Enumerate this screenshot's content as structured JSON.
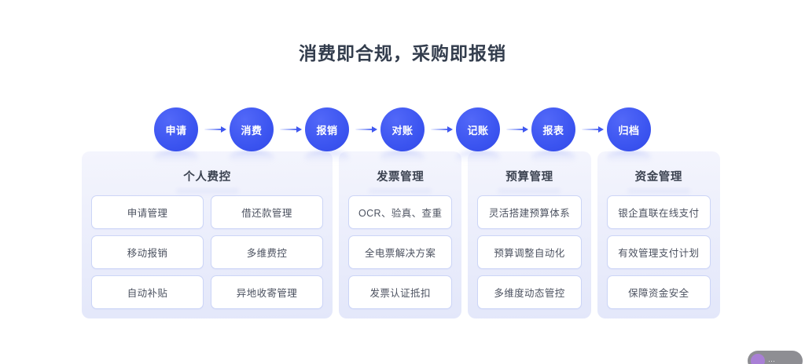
{
  "page": {
    "title": "消费即合规，采购即报销",
    "accent_color": "#3d55f0",
    "panel_bg_color": "#e9ecfb",
    "card_border_color": "#ccd5f7",
    "title_color": "#333d4d"
  },
  "flow": {
    "steps": [
      {
        "label": "申请"
      },
      {
        "label": "消费"
      },
      {
        "label": "报销"
      },
      {
        "label": "对账"
      },
      {
        "label": "记账"
      },
      {
        "label": "报表"
      },
      {
        "label": "归档"
      }
    ]
  },
  "columns": [
    {
      "title": "个人费控",
      "layout": "two-col",
      "cards": [
        "申请管理",
        "借还款管理",
        "移动报销",
        "多维费控",
        "自动补贴",
        "异地收寄管理"
      ]
    },
    {
      "title": "发票管理",
      "layout": "one-col",
      "cards": [
        "OCR、验真、查重",
        "全电票解决方案",
        "发票认证抵扣"
      ]
    },
    {
      "title": "预算管理",
      "layout": "one-col",
      "cards": [
        "灵活搭建预算体系",
        "预算调整自动化",
        "多维度动态管控"
      ]
    },
    {
      "title": "资金管理",
      "layout": "one-col",
      "cards": [
        "银企直联在线支付",
        "有效管理支付计划",
        "保障资金安全"
      ]
    }
  ],
  "float_widget": {
    "label": "···"
  }
}
